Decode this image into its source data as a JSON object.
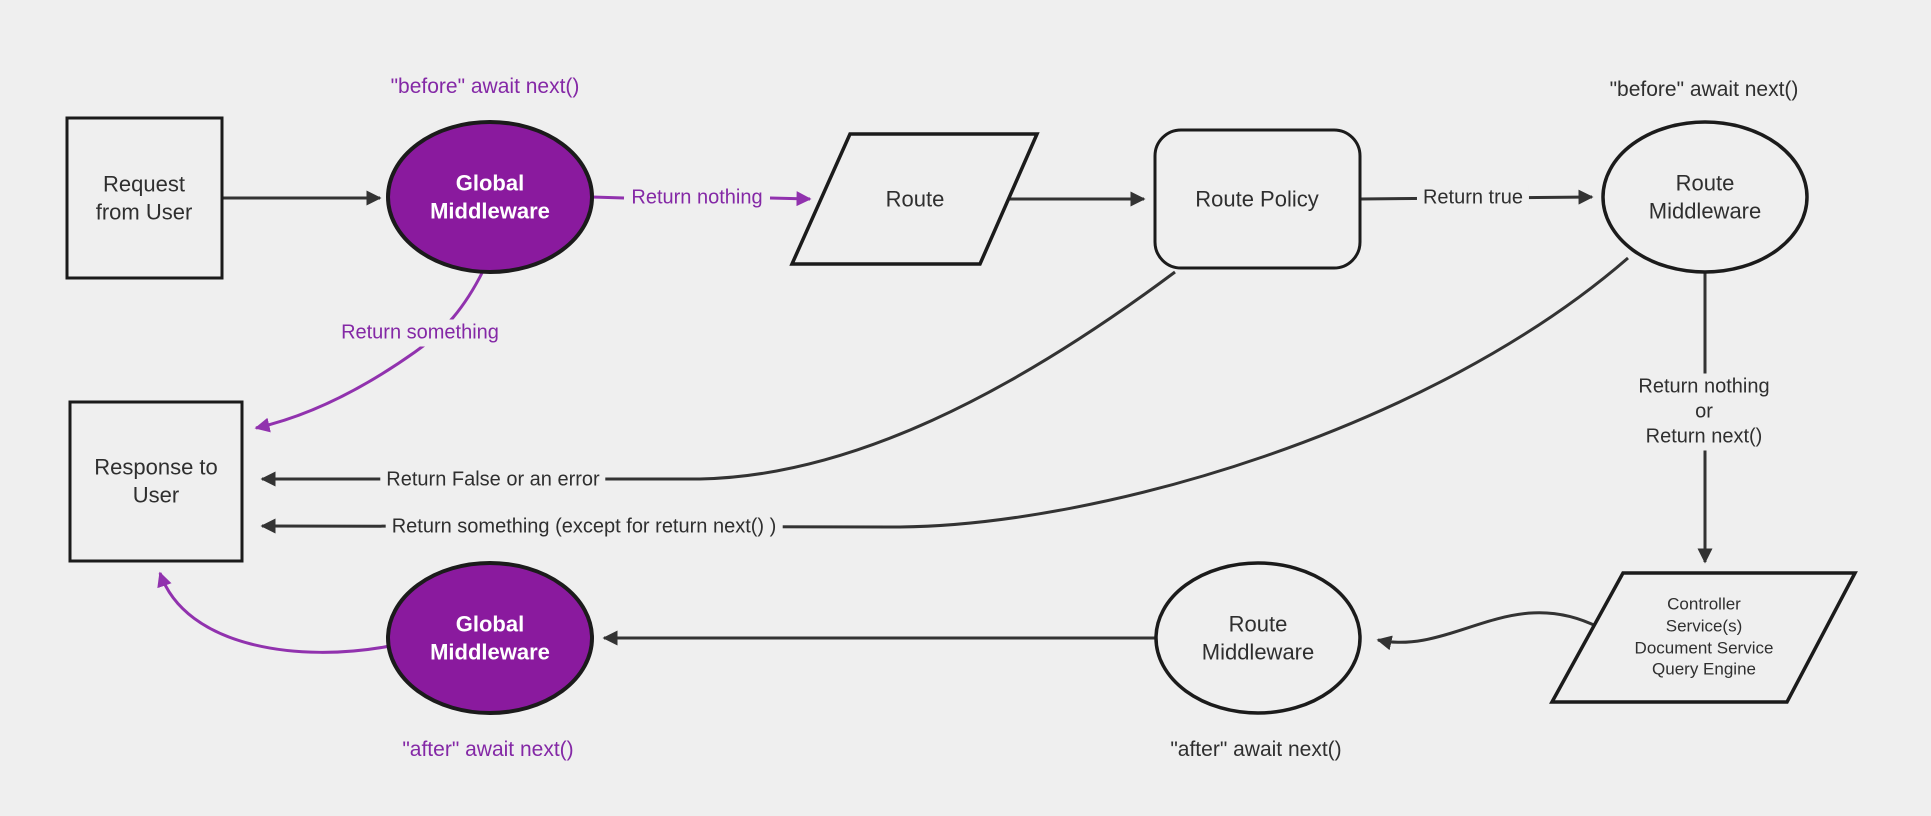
{
  "diagram": {
    "title_hint": "request-response lifecycle flowchart",
    "background": "#efefef",
    "colors": {
      "node_border": "#1b1b1b",
      "node_fill": "#efefef",
      "purple_fill": "#8a1a9e",
      "purple_line": "#9132ae",
      "purple_text": "#8428a6",
      "black_line": "#333333",
      "text": "#2f2f2f"
    },
    "nodes": {
      "request": {
        "label": "Request from User",
        "shape": "rectangle"
      },
      "global_middleware_top": {
        "label": "Global Middleware",
        "shape": "ellipse",
        "fill": "#8a1a9e"
      },
      "route": {
        "label": "Route",
        "shape": "parallelogram"
      },
      "route_policy": {
        "label": "Route Policy",
        "shape": "rounded-rectangle"
      },
      "route_middleware_top": {
        "label": "Route Middleware",
        "shape": "ellipse"
      },
      "controller": {
        "label": "Controller\nService(s)\nDocument Service\nQuery Engine",
        "shape": "parallelogram"
      },
      "route_middleware_bottom": {
        "label": "Route Middleware",
        "shape": "ellipse"
      },
      "global_middleware_bottom": {
        "label": "Global Middleware",
        "shape": "ellipse",
        "fill": "#8a1a9e"
      },
      "response": {
        "label": "Response to User",
        "shape": "rectangle"
      }
    },
    "edge_labels": {
      "before_await_global": "\"before\" await next()",
      "before_await_route": "\"before\" await next()",
      "return_nothing": "Return nothing",
      "return_true": "Return true",
      "return_nothing_or_next": "Return nothing\nor\nReturn next()",
      "return_something": "Return something",
      "return_false_or_error": "Return False or an error",
      "return_something_except": "Return something (except for return next() )",
      "after_await_global": "\"after\" await next()",
      "after_await_route": "\"after\" await next()"
    }
  }
}
